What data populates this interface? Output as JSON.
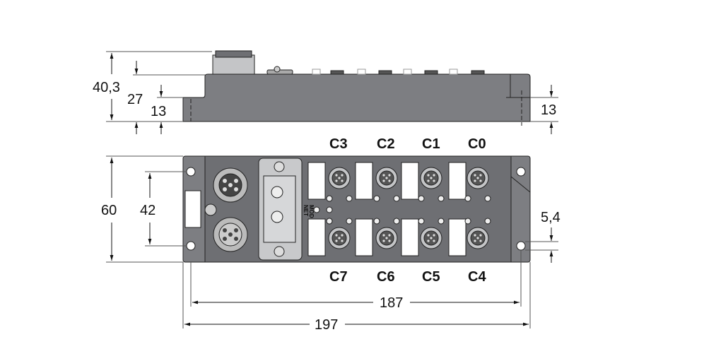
{
  "dimensions": {
    "height_total": "40,3",
    "height_mid": "27",
    "height_base_left": "13",
    "height_base_right": "13",
    "width_front": "60",
    "hole_spacing_vertical": "42",
    "hole_diameter": "5,4",
    "hole_spacing_horizontal": "187",
    "length_total": "197"
  },
  "ports_top": [
    "C3",
    "C2",
    "C1",
    "C0"
  ],
  "ports_bottom": [
    "C7",
    "C6",
    "C5",
    "C4"
  ],
  "leds": {
    "mod": "MOD",
    "net": "NET"
  },
  "colors": {
    "housing": "#7d7e82",
    "housing_dark": "#66676b",
    "cover": "#c8c9cb"
  }
}
